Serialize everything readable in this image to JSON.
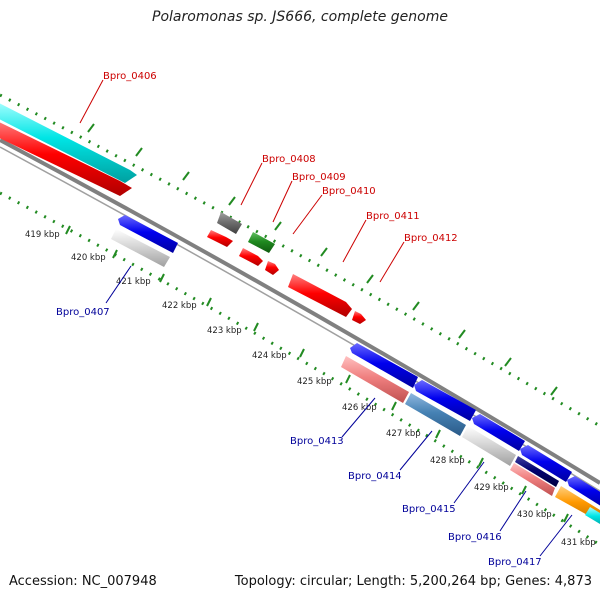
{
  "title": "Polaromonas sp. JS666, complete genome",
  "footer": {
    "accession": "Accession: NC_007948",
    "stats": "Topology: circular; Length: 5,200,264 bp; Genes: 4,873"
  },
  "colors": {
    "backbone": "#808080",
    "ticks": "#228B22",
    "plus_label": "#cc0000",
    "minus_label": "#000099"
  },
  "scale_labels": [
    "419 kbp",
    "420 kbp",
    "421 kbp",
    "422 kbp",
    "423 kbp",
    "424 kbp",
    "425 kbp",
    "426 kbp",
    "427 kbp",
    "428 kbp",
    "429 kbp",
    "430 kbp",
    "431 kbp"
  ],
  "gene_labels_plus": [
    "Bpro_0406",
    "Bpro_0408",
    "Bpro_0409",
    "Bpro_0410",
    "Bpro_0411",
    "Bpro_0412"
  ],
  "gene_labels_minus": [
    "Bpro_0407",
    "Bpro_0413",
    "Bpro_0414",
    "Bpro_0415",
    "Bpro_0416",
    "Bpro_0417"
  ]
}
